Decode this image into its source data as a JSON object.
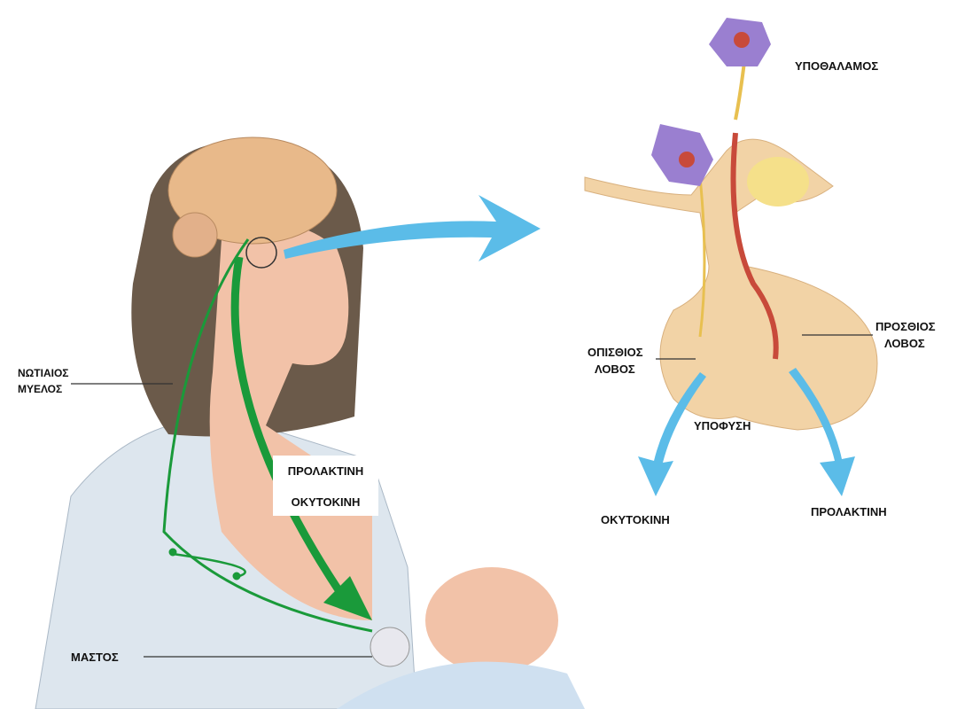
{
  "labels": {
    "hypothalamus": "ΥΠΟΘΑΛΑΜΟΣ",
    "anterior_lobe": [
      "ΠΡΟΣΘΙΟΣ",
      "ΛΟΒΟΣ"
    ],
    "posterior_lobe": [
      "ΟΠΙΣΘΙΟΣ",
      "ΛΟΒΟΣ"
    ],
    "pituitary": "ΥΠΟΦΥΣΗ",
    "oxytocin_out": "ΟΚΥΤΟΚΙΝΗ",
    "prolactin_out": "ΠΡΟΛΑΚΤΙΝΗ",
    "spinal_cord": [
      "ΝΩΤΙΑΙΟΣ",
      "ΜΥΕΛΟΣ"
    ],
    "breast": "ΜΑΣΤΟΣ"
  },
  "hormone_box": {
    "line1": "ΠΡΟΛΑΚΤΙΝΗ",
    "line2": "ΟΚΥΤΟΚΙΝΗ"
  },
  "colors": {
    "nerve": "#1a9a3a",
    "arrow": "#5bbce8",
    "gland": "#f2d3a6",
    "neuron": "#9a7fd0",
    "skin": "#f2c2a8",
    "hair": "#6b5a4a"
  }
}
